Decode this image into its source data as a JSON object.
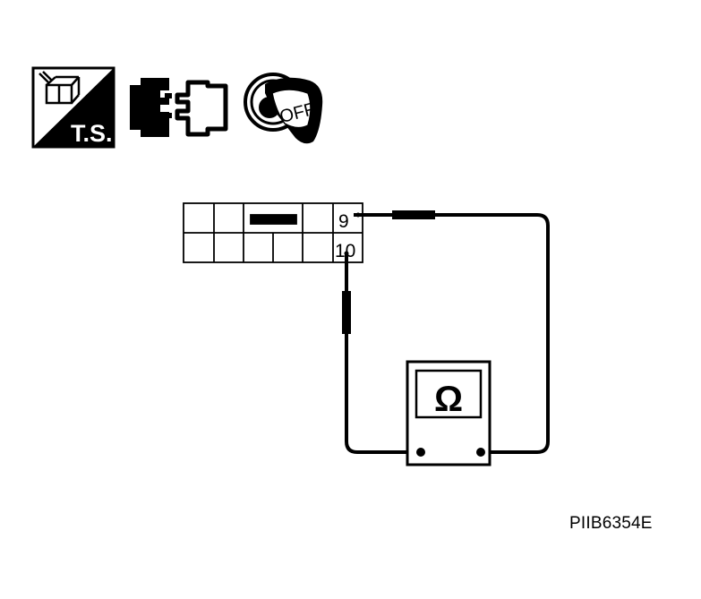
{
  "icons": {
    "test_symbol_label": "T.S.",
    "ignition_label": "OFF"
  },
  "connector": {
    "terminal_top": "9",
    "terminal_bottom": "10"
  },
  "meter": {
    "unit_symbol": "Ω"
  },
  "reference_code": "PIIB6354E"
}
